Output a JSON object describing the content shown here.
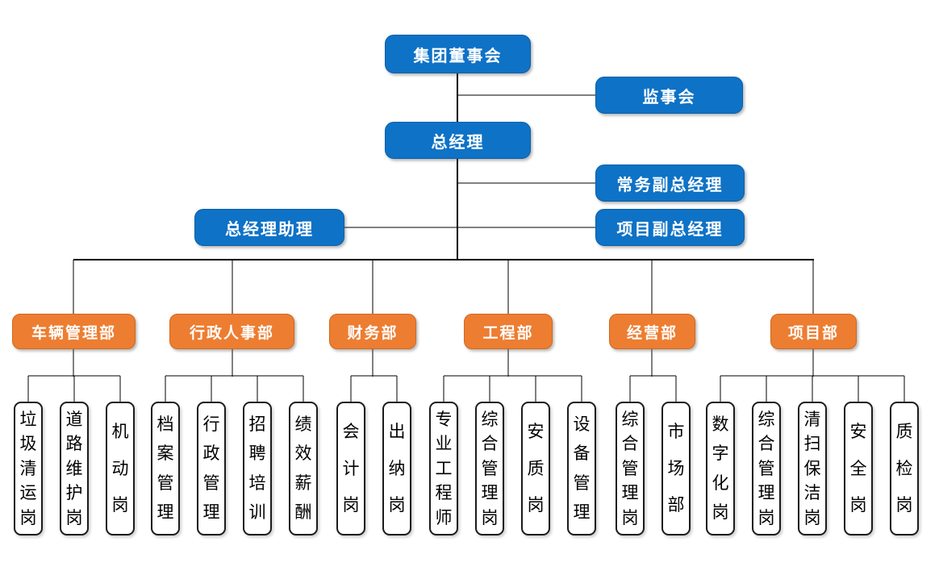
{
  "colors": {
    "executive_fill": "#0E72C6",
    "department_fill": "#ED7D31",
    "position_fill": "#FFFFFF",
    "position_border": "#1C1C1C",
    "connector": "#000000",
    "text_light": "#FFFFFF",
    "text_dark": "#000000"
  },
  "org": {
    "root": {
      "label": "集团董事会"
    },
    "supervisory": {
      "label": "监事会"
    },
    "gm": {
      "label": "总经理"
    },
    "exec_deputy": {
      "label": "常务副总经理"
    },
    "gm_assistant": {
      "label": "总经理助理"
    },
    "project_deputy": {
      "label": "项目副总经理"
    },
    "departments": [
      {
        "label": "车辆管理部",
        "positions": [
          "垃圾清运岗",
          "道路维护岗",
          "机动岗"
        ]
      },
      {
        "label": "行政人事部",
        "positions": [
          "档案管理",
          "行政管理",
          "招聘培训",
          "绩效薪酬"
        ]
      },
      {
        "label": "财务部",
        "positions": [
          "会计岗",
          "出纳岗"
        ]
      },
      {
        "label": "工程部",
        "positions": [
          "专业工程师",
          "综合管理岗",
          "安质岗",
          "设备管理"
        ]
      },
      {
        "label": "经营部",
        "positions": [
          "综合管理岗",
          "市场部"
        ]
      },
      {
        "label": "项目部",
        "positions": [
          "数字化岗",
          "综合管理岗",
          "清扫保洁岗",
          "安全岗",
          "质检岗"
        ]
      }
    ]
  }
}
